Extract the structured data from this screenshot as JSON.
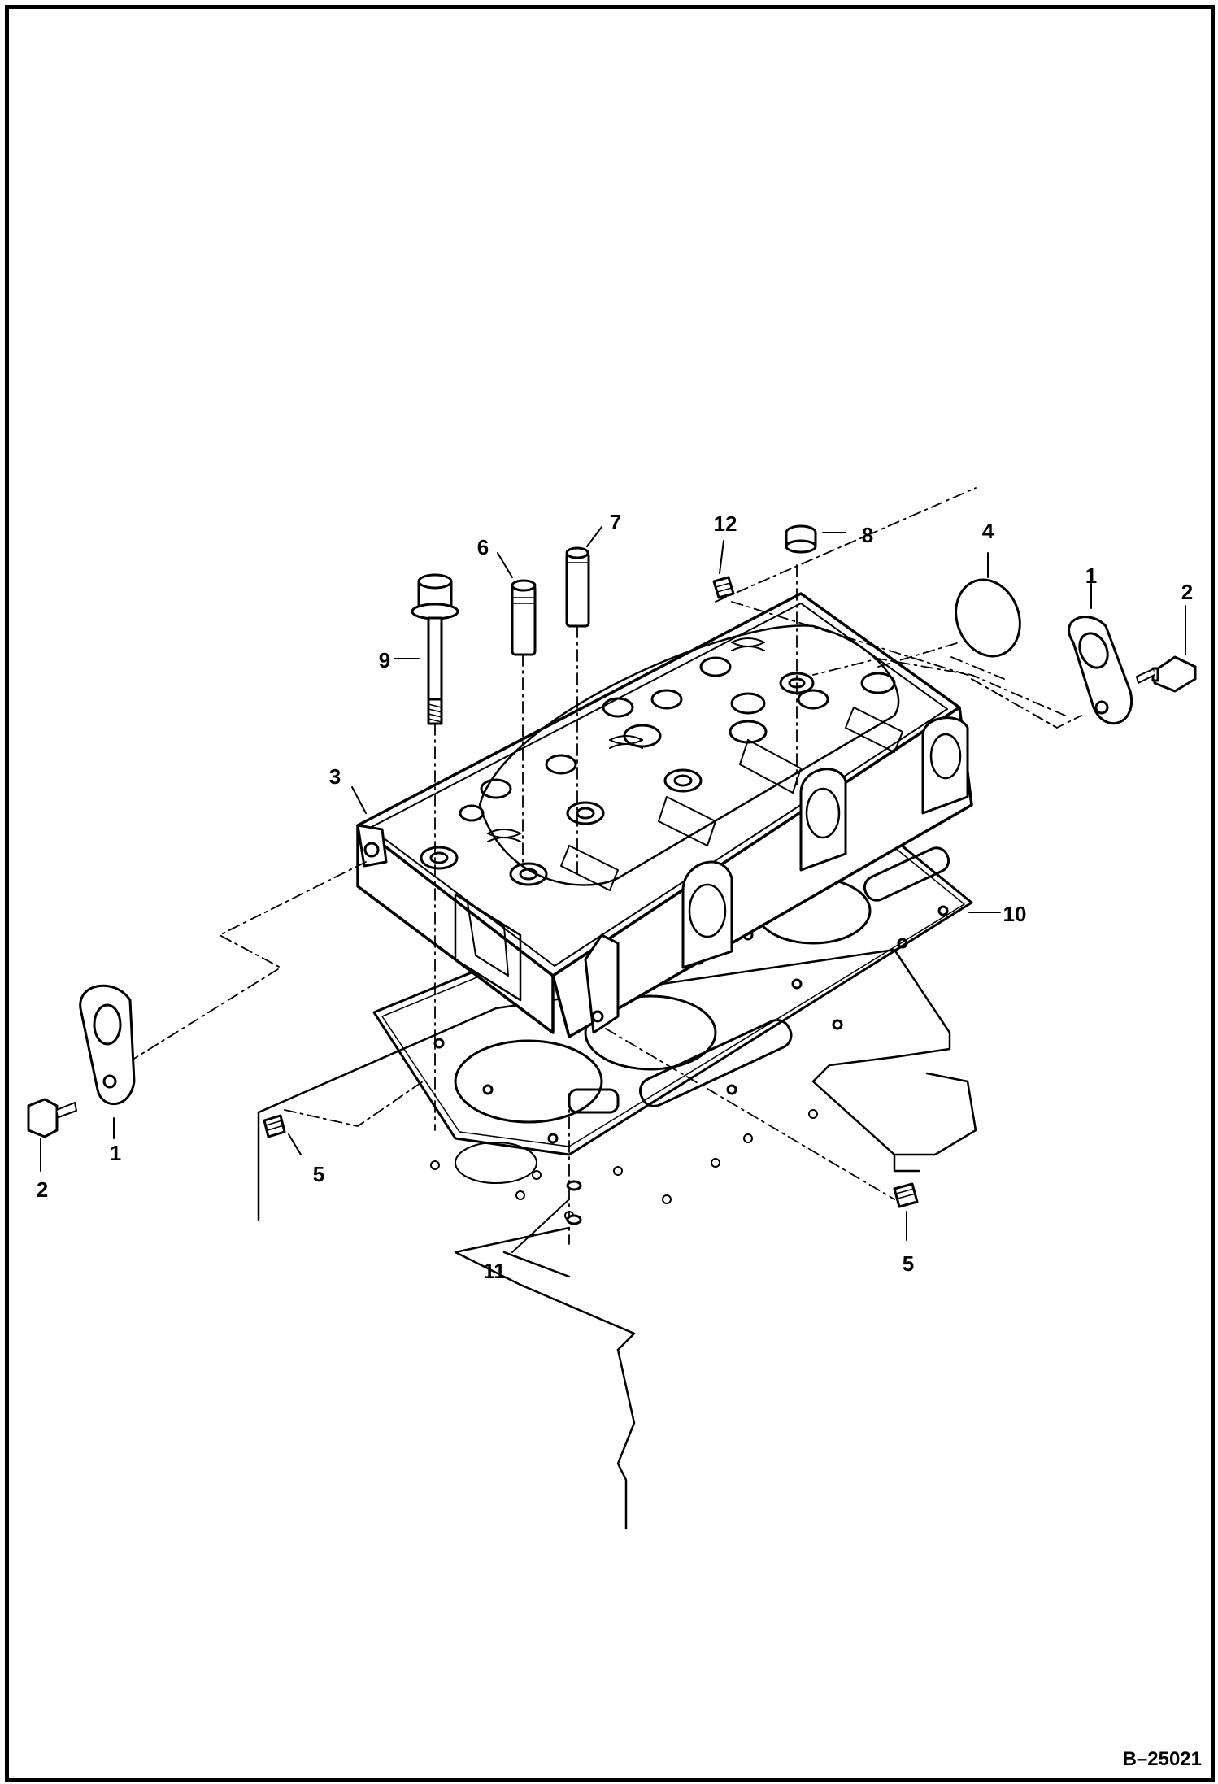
{
  "figure_code": "B–25021",
  "callouts": {
    "c1_right": "1",
    "c2_right": "2",
    "c3": "3",
    "c4": "4",
    "c6": "6",
    "c7": "7",
    "c8": "8",
    "c9": "9",
    "c10": "10",
    "c12": "12",
    "c1_left": "1",
    "c2_left": "2",
    "c5_left": "5",
    "c5_right": "5",
    "c11": "11"
  },
  "colors": {
    "line": "#000000",
    "background": "#ffffff"
  }
}
